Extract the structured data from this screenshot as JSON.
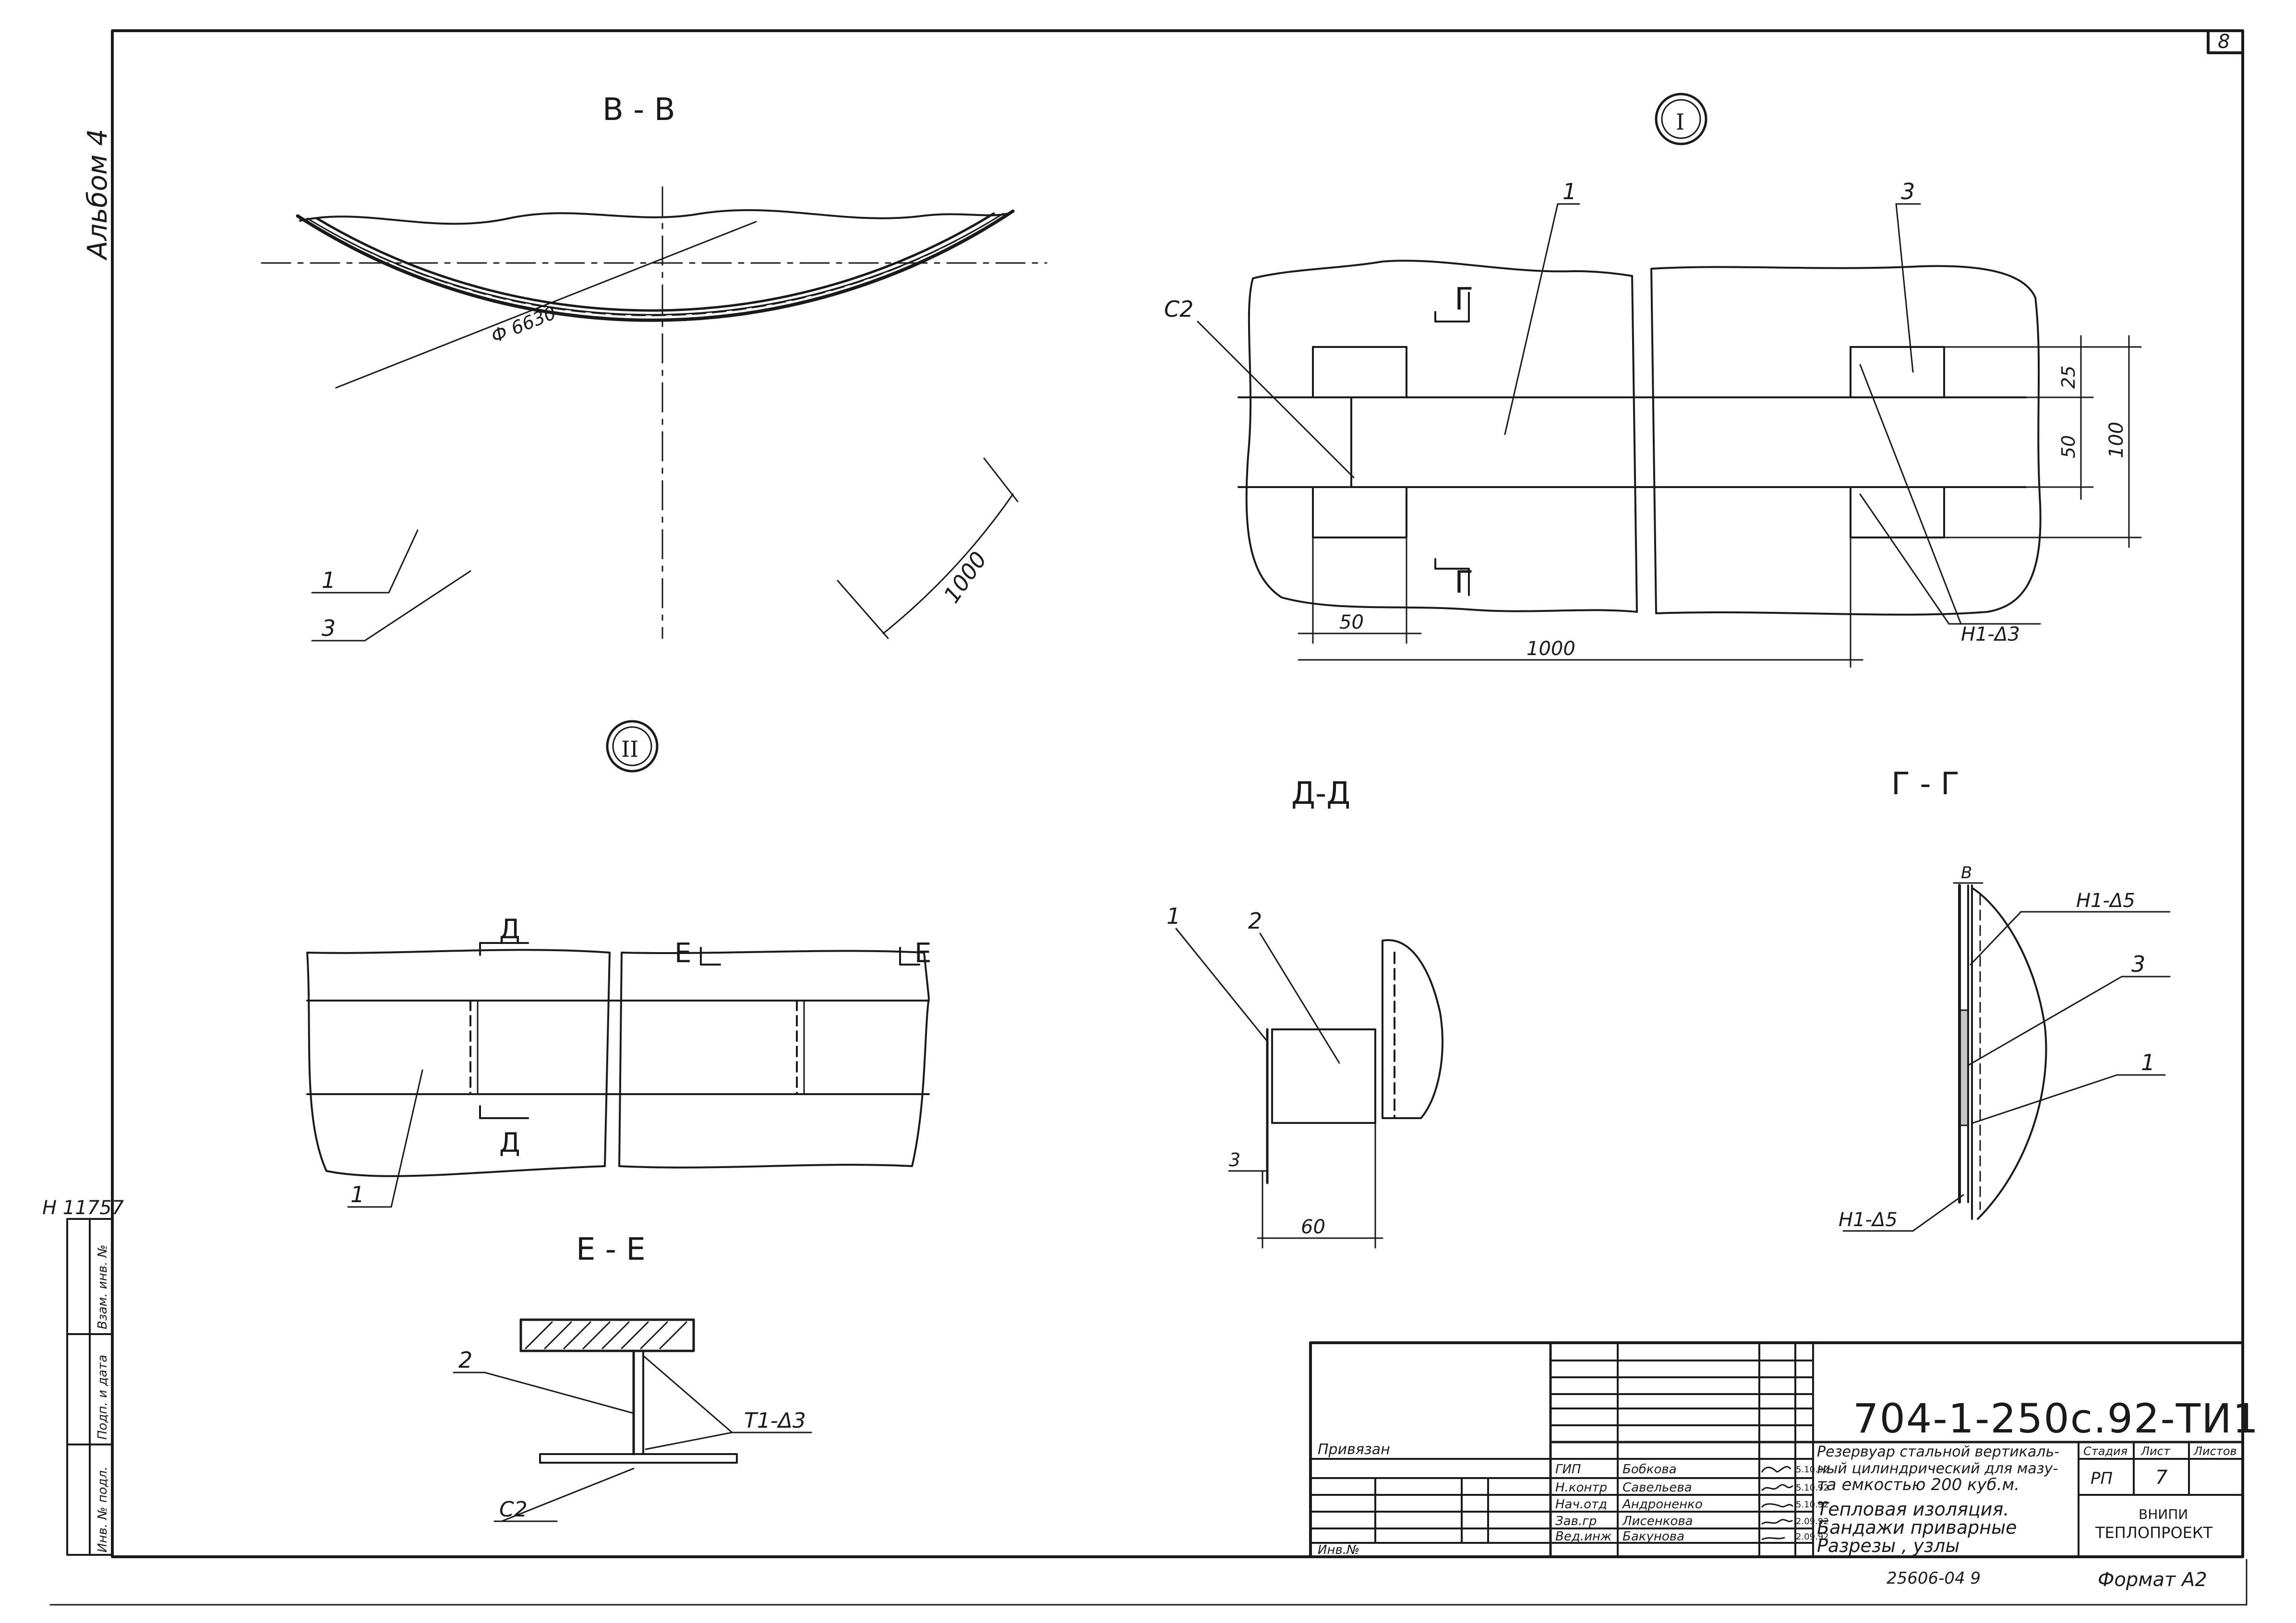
{
  "sheet": {
    "number": "8",
    "album": "Альбом 4",
    "inv_label": "Н 11757",
    "format": "Формат А2",
    "copy_no": "25606-04  9"
  },
  "views": {
    "vv_title": "В - В",
    "vv_diameter": "Ф 6630",
    "vv_arc": "1000",
    "vv_callout_1": "1",
    "vv_callout_3": "3",
    "node1_title": "I",
    "node1_s2": "С2",
    "node1_callout_1": "1",
    "node1_callout_3": "3",
    "node1_section_mark": "Г",
    "node1_dim_25": "25",
    "node1_dim_50v": "50",
    "node1_dim_100": "100",
    "node1_dim_50h": "50",
    "node1_dim_1000": "1000",
    "node1_weld": "Н1-Δ3",
    "node2_title": "II",
    "node2_mark_d": "Д",
    "node2_mark_e": "Е",
    "node2_callout_1": "1",
    "dd_title": "Д-Д",
    "dd_callout_1": "1",
    "dd_callout_2": "2",
    "dd_dim_3": "3",
    "dd_dim_60": "60",
    "gg_title": "Г - Г",
    "gg_dim_v": "В",
    "gg_weld_top": "Н1-Δ5",
    "gg_callout_3": "3",
    "gg_callout_1": "1",
    "gg_weld_bottom": "Н1-Δ5",
    "ee_title": "Е - Е",
    "ee_callout_2": "2",
    "ee_weld": "Т1-Δ3",
    "ee_s2": "С2"
  },
  "title_block": {
    "code": "704-1-250с.92-ТИ1",
    "object_line1": "Резервуар стальной вертикаль-",
    "object_line2": "ный цилиндрический для мазу-",
    "object_line3": "та емкостью 200 куб.м.",
    "sheet_line1": "Тепловая изоляция.",
    "sheet_line2": "Бандажи приварные",
    "sheet_line3": "Разрезы , узлы",
    "col_stage": "Стадия",
    "col_sheet": "Лист",
    "col_sheets": "Листов",
    "stage": "РП",
    "sheet_no": "7",
    "org_line1": "ВНИПИ",
    "org_line2": "ТЕПЛОПРОЕКТ",
    "privyazan": "Привязан",
    "inv_no": "Инв.№",
    "roles": [
      "ГИП",
      "Н.контр",
      "Нач.отд",
      "Зав.гр",
      "Вед.инж"
    ],
    "names": [
      "Бобкова",
      "Савельева",
      "Андроненко",
      "Лисенкова",
      "Бакунова"
    ],
    "dates": [
      "5.10.92",
      "5.10.92",
      "5.10.92",
      "2.09.92",
      "2.09.92"
    ]
  },
  "side_stamp": [
    "Взам. инв. №",
    "Подп. и дата",
    "Инв. № подл."
  ]
}
